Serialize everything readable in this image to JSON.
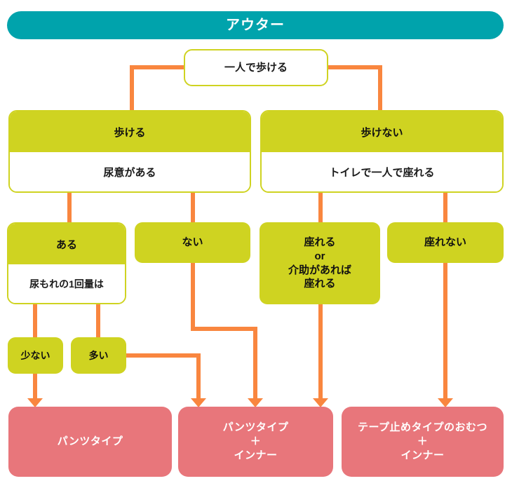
{
  "header": {
    "title": "アウター",
    "color": "#00a3ac"
  },
  "colors": {
    "lime": "#cfd321",
    "orange": "#f9863f",
    "salmon": "#e8767b",
    "teal": "#00a3ac",
    "white": "#ffffff"
  },
  "root": {
    "label": "一人で歩ける"
  },
  "level2": [
    {
      "top": "歩ける",
      "bottom": "尿意がある"
    },
    {
      "top": "歩けない",
      "bottom": "トイレで一人で座れる"
    }
  ],
  "level3": [
    {
      "top": "ある",
      "bottom": "尿もれの1回量は"
    },
    {
      "label": "ない"
    },
    {
      "label": "座れる\nor\n介助があれば\n座れる"
    },
    {
      "label": "座れない"
    }
  ],
  "level4": [
    {
      "label": "少ない"
    },
    {
      "label": "多い"
    }
  ],
  "results": [
    {
      "label": "パンツタイプ"
    },
    {
      "label": "パンツタイプ\n＋\nインナー"
    },
    {
      "label": "テープ止めタイプのおむつ\n＋\nインナー"
    }
  ]
}
